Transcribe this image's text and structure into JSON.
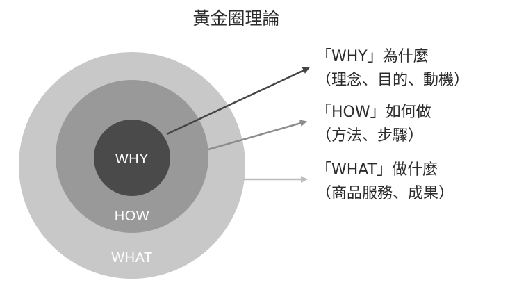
{
  "title": "黃金圈理論",
  "rings": {
    "outer": {
      "label": "WHAT",
      "color": "#c8c8c8"
    },
    "middle": {
      "label": "HOW",
      "color": "#999999"
    },
    "inner": {
      "label": "WHY",
      "color": "#4a4a4a"
    }
  },
  "descriptions": [
    {
      "heading": "「WHY」為什麼",
      "detail": "（理念、目的、動機）",
      "arrow_color": "#444444"
    },
    {
      "heading": "「HOW」如何做",
      "detail": "（方法、步驟）",
      "arrow_color": "#8c8c8c"
    },
    {
      "heading": "「WHAT」做什麼",
      "detail": "（商品服務、成果）",
      "arrow_color": "#bdbdbd"
    }
  ]
}
